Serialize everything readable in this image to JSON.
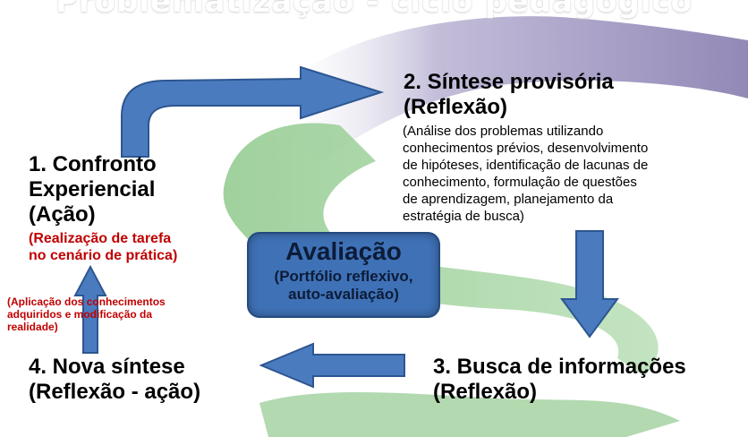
{
  "header": {
    "title": "Problematização - ciclo pedagógico"
  },
  "stages": [
    {
      "title": "1. Confronto\nExperiencial\n     (Ação)",
      "detail": "(Realização de tarefa\nno cenário de prática)"
    },
    {
      "title": "2. Síntese provisória\n       (Reflexão)",
      "detail": "(Análise dos problemas utilizando\nconhecimentos prévios, desenvolvimento\nde hipóteses, identificação de lacunas de\n conhecimento, formulação de questões\nde aprendizagem, planejamento da\nestratégia de busca)"
    },
    {
      "title": "3. Busca de informações\n          (Reflexão)"
    },
    {
      "title": "4. Nova síntese\n(Reflexão - ação)",
      "detail": "(Aplicação dos conhecimentos\nadquiridos e modificação da\n               realidade)"
    }
  ],
  "center": {
    "title": "Avaliação",
    "subtitle": "(Portfólio reflexivo,\nauto-avaliação)"
  },
  "colors": {
    "arrow": "#4a7bbf",
    "arrow_border": "#2d5690",
    "box": "#3f71b6",
    "red_text": "#c00000",
    "bg_purple": "#8a7fb3",
    "bg_green": "#a6d3a4"
  }
}
